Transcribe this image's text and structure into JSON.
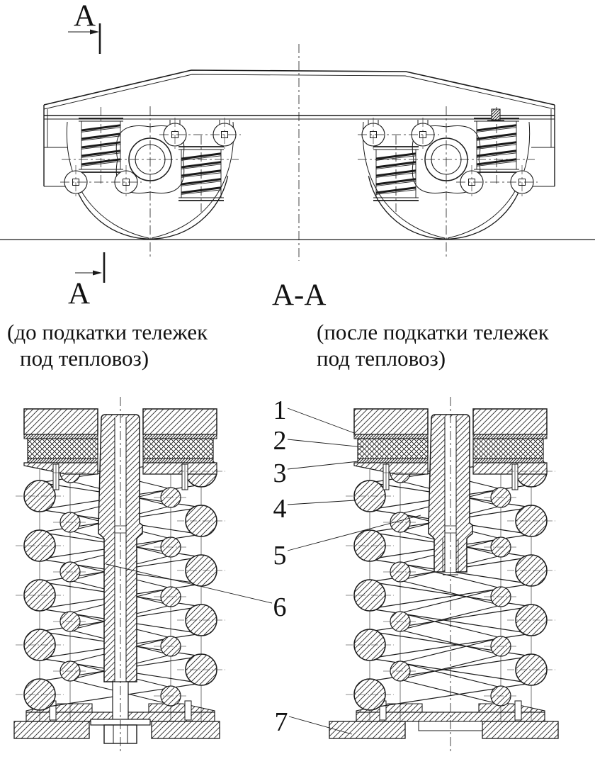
{
  "section_title": "A-A",
  "markers": {
    "top": "A",
    "bottom": "A"
  },
  "captions": {
    "before_line1": "(до подкатки тележек",
    "before_line2": "под тепловоз)",
    "after_line1": "(после подкатки тележек",
    "after_line2": "под тепловоз)"
  },
  "callouts": {
    "c1": "1",
    "c2": "2",
    "c3": "3",
    "c4": "4",
    "c5": "5",
    "c6": "6",
    "c7": "7"
  },
  "colors": {
    "line": "#1a1a1a",
    "background": "#ffffff"
  }
}
